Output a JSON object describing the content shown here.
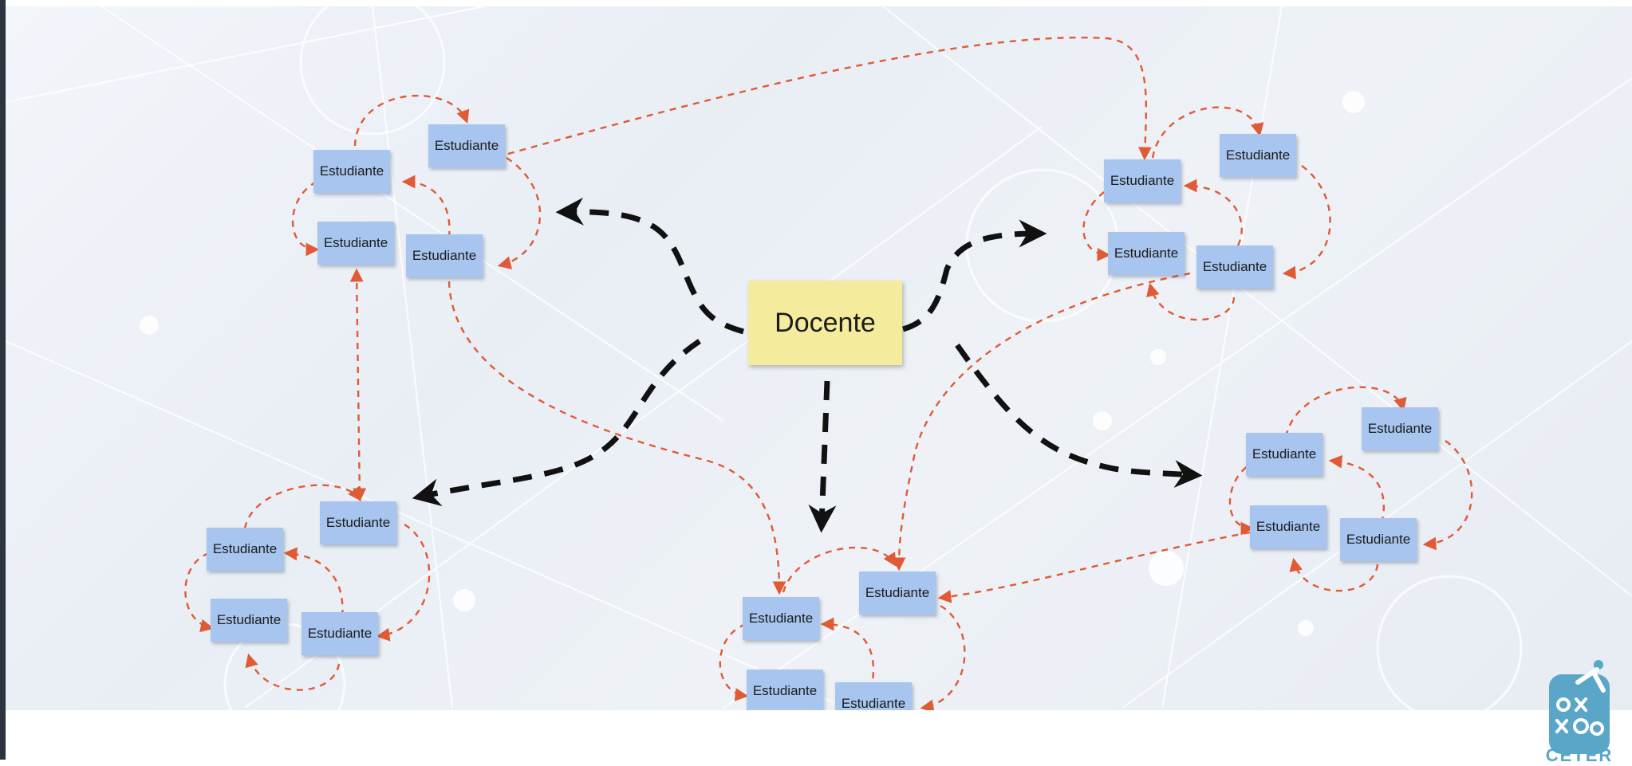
{
  "diagram": {
    "center_label": "Docente",
    "student_label": "Estudiante",
    "colors": {
      "student_note": "#a7c5ee",
      "teacher_note": "#f4ec9c",
      "teacher_arrows": "#111111",
      "peer_arrows": "#e05a36",
      "logo": "#5aa6c9"
    },
    "groups": [
      {
        "name": "top-left",
        "students": 4
      },
      {
        "name": "top-right",
        "students": 4
      },
      {
        "name": "bottom-left",
        "students": 4
      },
      {
        "name": "bottom-center",
        "students": 4
      },
      {
        "name": "right",
        "students": 4
      }
    ]
  },
  "logo": {
    "text": "CETER",
    "icon": "ceter-logo-icon"
  }
}
